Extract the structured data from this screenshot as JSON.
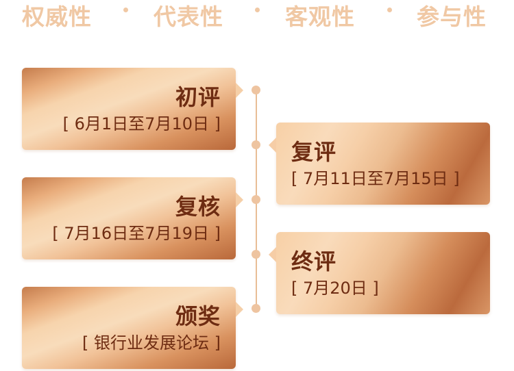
{
  "header": {
    "words": [
      "权威性",
      "代表性",
      "客观性",
      "参与性"
    ]
  },
  "stages": [
    {
      "title": "初评",
      "date": "[ 6月1日至7月10日 ]"
    },
    {
      "title": "复评",
      "date": "[ 7月11日至7月15日 ]"
    },
    {
      "title": "复核",
      "date": "[ 7月16日至7月19日 ]"
    },
    {
      "title": "终评",
      "date": "[ 7月20日 ]"
    },
    {
      "title": "颁奖",
      "date": "[ 银行业发展论坛 ]"
    }
  ],
  "colors": {
    "header_text": "#f0c8a4",
    "card_text": "#6e2c12",
    "timeline": "#e8bd96"
  }
}
